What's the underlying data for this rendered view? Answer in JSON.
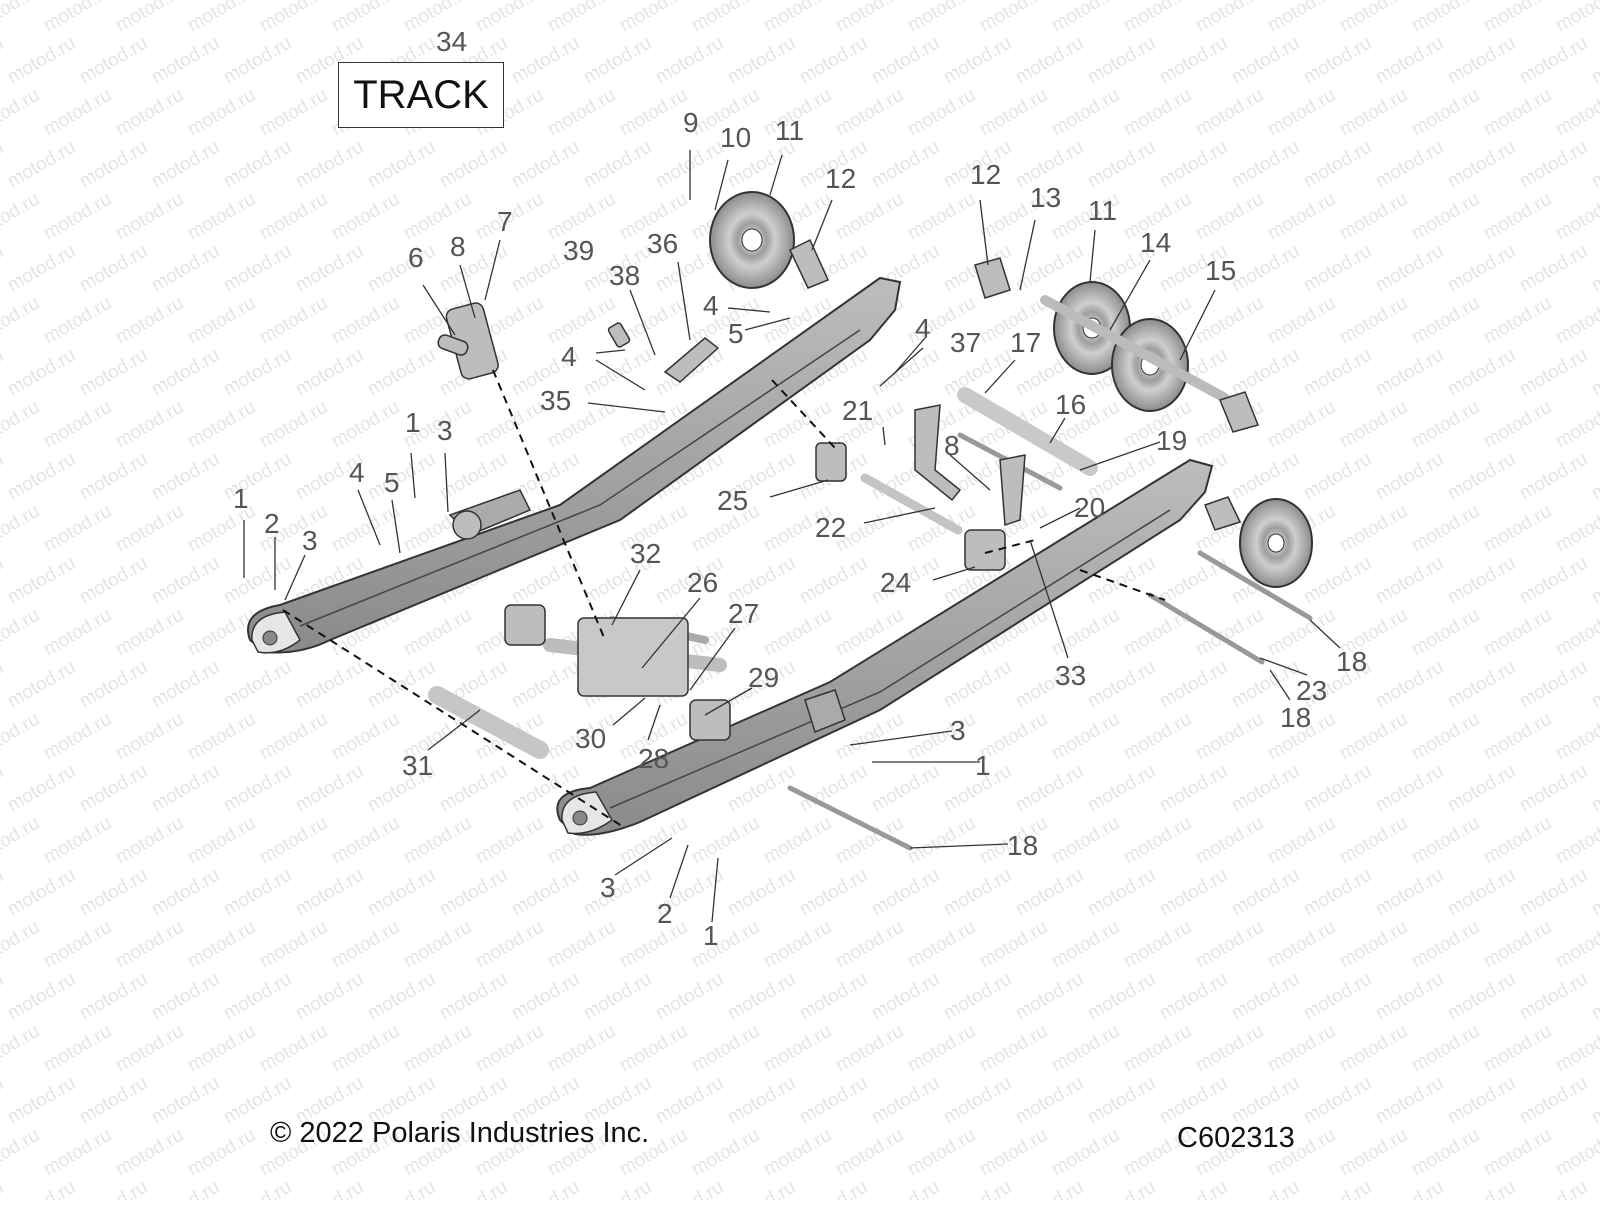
{
  "track_box": {
    "number": "34",
    "label": "TRACK"
  },
  "watermark": "motod.ru",
  "callouts": [
    "1",
    "1",
    "1",
    "1",
    "2",
    "2",
    "3",
    "3",
    "3",
    "3",
    "4",
    "4",
    "4",
    "4",
    "5",
    "5",
    "6",
    "7",
    "8",
    "8",
    "9",
    "10",
    "11",
    "11",
    "12",
    "12",
    "13",
    "14",
    "15",
    "16",
    "17",
    "18",
    "18",
    "18",
    "19",
    "20",
    "21",
    "22",
    "23",
    "24",
    "25",
    "26",
    "27",
    "28",
    "29",
    "30",
    "31",
    "32",
    "33",
    "35",
    "36",
    "37",
    "38",
    "39"
  ],
  "footer": {
    "copyright": "© 2022 Polaris Industries Inc.",
    "code": "C602313"
  }
}
